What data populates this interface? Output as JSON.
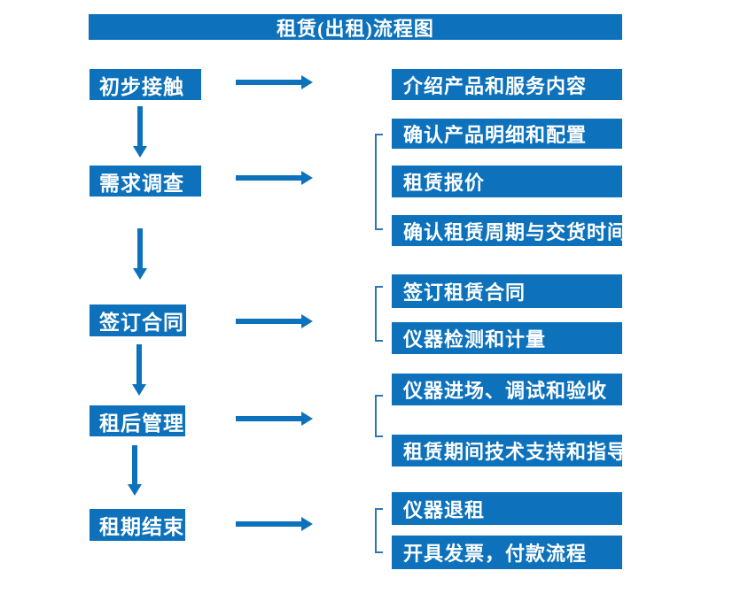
{
  "title": "租赁(出租)流程图",
  "colors": {
    "box_blue": "#0d72bb",
    "bracket_blue": "#2e75b6",
    "text_white": "#ffffff",
    "background": "#ffffff"
  },
  "steps": [
    {
      "label": "初步接触",
      "details": [
        "介绍产品和服务内容"
      ]
    },
    {
      "label": "需求调查",
      "details": [
        "确认产品明细和配置",
        "租赁报价",
        "确认租赁周期与交货时间"
      ]
    },
    {
      "label": "签订合同",
      "details": [
        "签订租赁合同",
        "仪器检测和计量"
      ]
    },
    {
      "label": "租后管理",
      "details": [
        "仪器进场、调试和验收",
        "租赁期间技术支持和指导"
      ]
    },
    {
      "label": "租期结束",
      "details": [
        "仪器退租",
        "开具发票，付款流程"
      ]
    }
  ]
}
